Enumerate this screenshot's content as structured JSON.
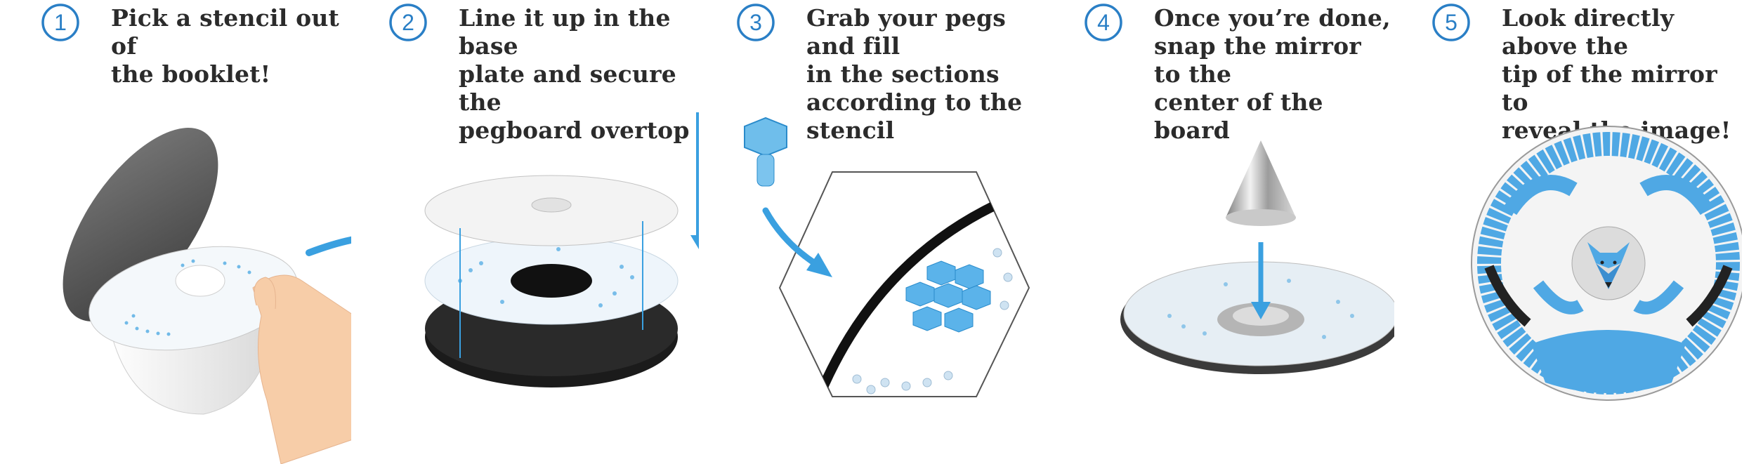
{
  "colors": {
    "accent": "#3AA0E0",
    "badge_ring": "#2A7FC6",
    "text": "#2b2b2b",
    "dark": "#1b1b1b",
    "disc_gray": "#5b5b5b"
  },
  "steps": [
    {
      "number": "1",
      "text": "Pick a stencil out of\nthe booklet!",
      "illustration": "stencil-booklet-illustration"
    },
    {
      "number": "2",
      "text": "Line it up in the base\nplate and secure the\npegboard overtop",
      "illustration": "assembly-illustration"
    },
    {
      "number": "3",
      "text": "Grab your pegs and fill\nin the sections\naccording to the stencil",
      "illustration": "pegs-illustration"
    },
    {
      "number": "4",
      "text": "Once you’re done,\nsnap the mirror to the\ncenter of the board",
      "illustration": "mirror-illustration"
    },
    {
      "number": "5",
      "text": "Look directly above the\ntip of the mirror to\nreveal the image!",
      "illustration": "reveal-illustration"
    }
  ]
}
